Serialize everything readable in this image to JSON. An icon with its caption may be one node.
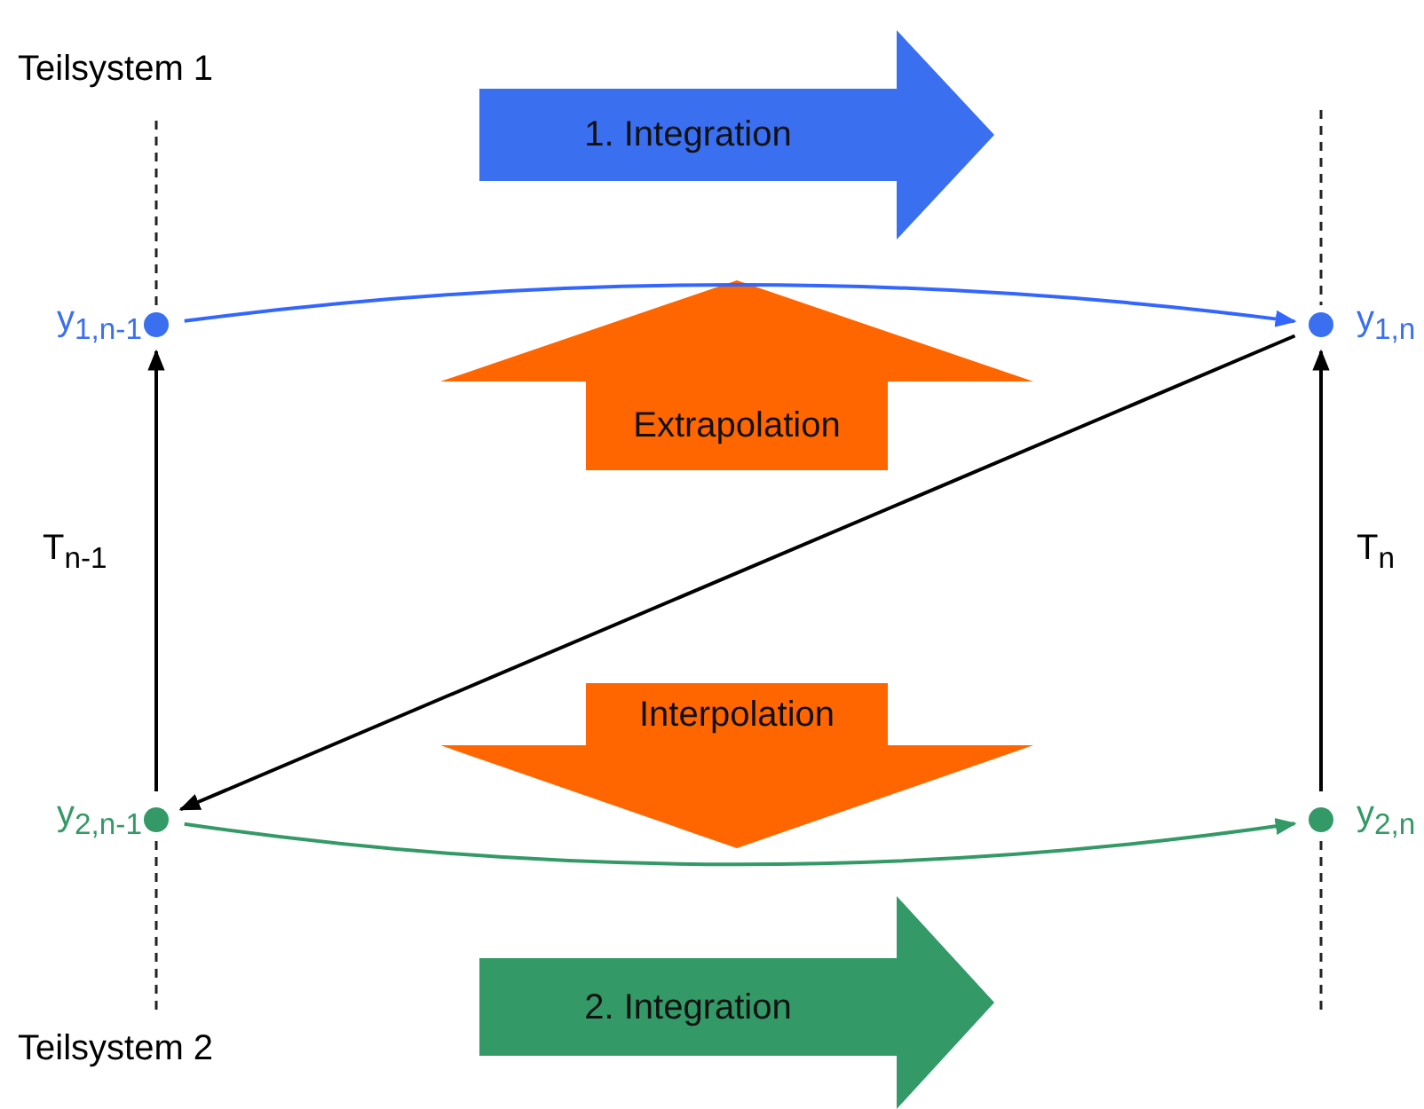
{
  "diagram": {
    "nodes": [
      {
        "text": [
          "1. Integration"
        ]
      },
      {
        "text": [],
        "shape": "circle",
        "beside": [
          "y$_{1,n-1}$"
        ]
      },
      {
        "text": [],
        "shape": "circle",
        "beside": [
          "y$_{1,n}$"
        ]
      },
      {
        "text": [
          "Extrapolation"
        ]
      },
      {
        "text": [
          "Interpolation"
        ]
      },
      {
        "text": [],
        "shape": "circle",
        "beside": [
          "y$_{2,n-1}$"
        ]
      },
      {
        "text": [],
        "shape": "circle",
        "beside": [
          "y$_{2,n}$"
        ]
      },
      {
        "text": [
          "2. Integration"
        ]
      }
    ],
    "edges": [
      {
        "from": 1,
        "to": 2,
        "arrow": "to",
        "color": "#3366ff"
      },
      {
        "from": 2,
        "to": 5,
        "arrow": "to"
      },
      {
        "from": 5,
        "to": 1,
        "arrow": "to",
        "label": "T$_{n-1}$"
      },
      {
        "from": 5,
        "to": 6,
        "arrow": "to",
        "color": "#339966"
      },
      {
        "from": 6,
        "to": 2,
        "arrow": "to",
        "label": "T$_{n}$"
      }
    ],
    "labels": [
      "Teilsystem 1",
      "Teilsystem 2"
    ]
  }
}
